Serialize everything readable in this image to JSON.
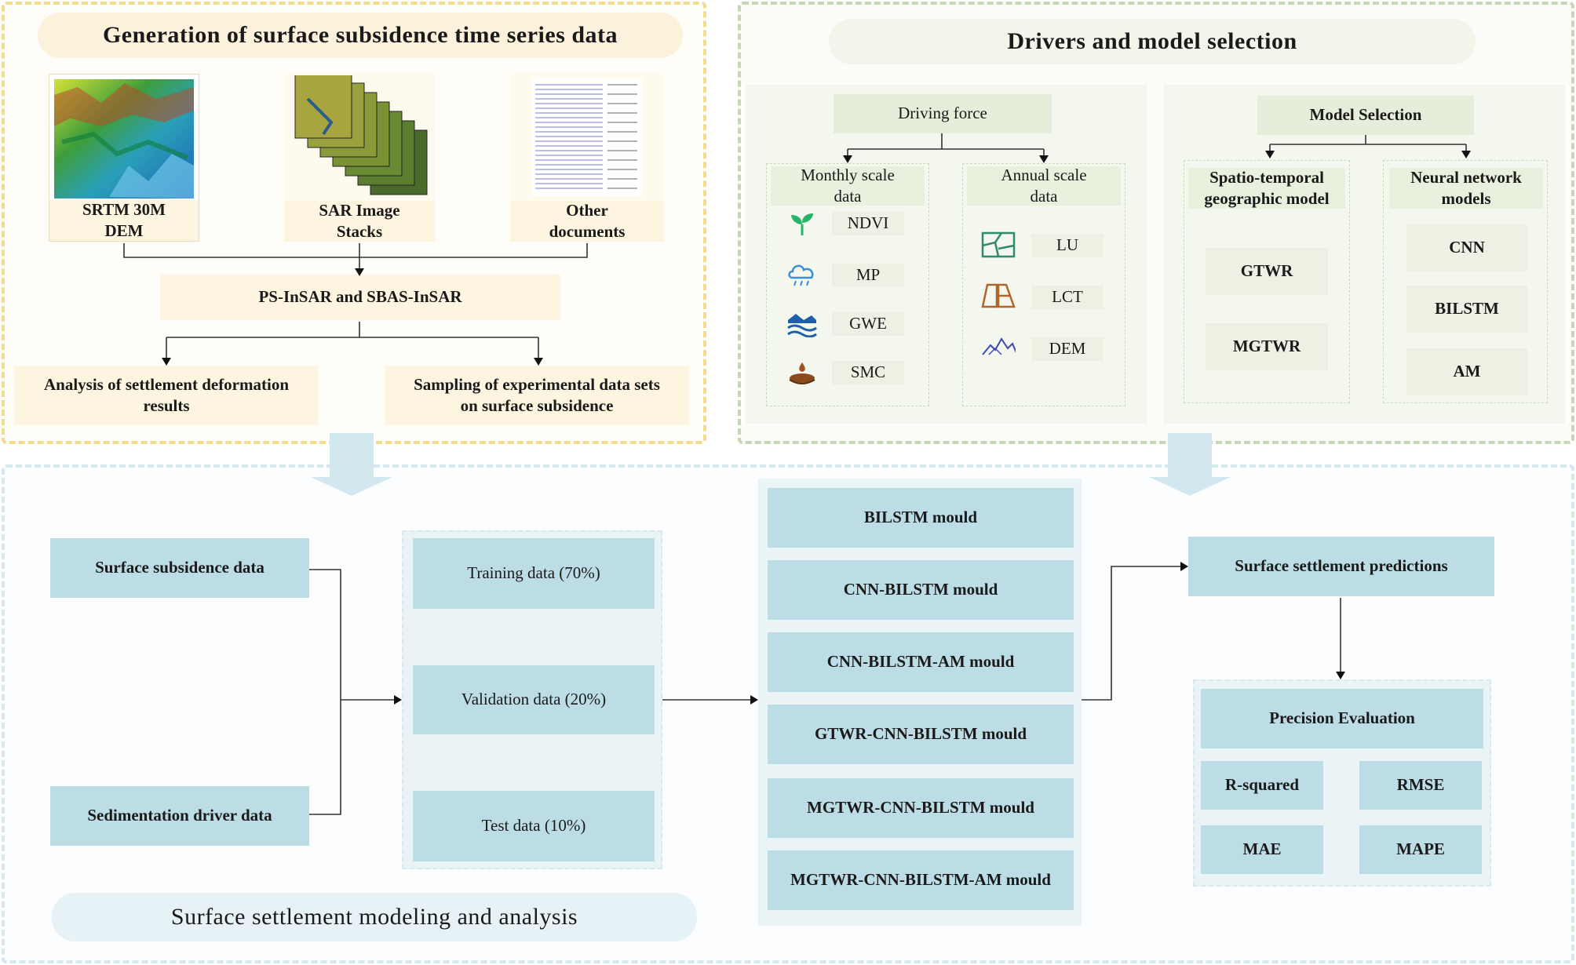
{
  "panel_generation": {
    "title": "Generation of surface subsidence time series data",
    "sources": [
      {
        "label_line1": "SRTM 30M",
        "label_line2": "DEM"
      },
      {
        "label_line1": "SAR Image",
        "label_line2": "Stacks"
      },
      {
        "label_line1": "Other",
        "label_line2": "documents"
      }
    ],
    "method": "PS-InSAR and SBAS-InSAR",
    "outputs": [
      {
        "line1": "Analysis of settlement deformation",
        "line2": "results"
      },
      {
        "line1": "Sampling of experimental data sets",
        "line2": "on surface subsidence"
      }
    ]
  },
  "panel_drivers": {
    "title": "Drivers and model selection",
    "driving_force": "Driving force",
    "monthly": {
      "line1": "Monthly scale",
      "line2": "data",
      "items": [
        "NDVI",
        "MP",
        "GWE",
        "SMC"
      ]
    },
    "annual": {
      "line1": "Annual scale",
      "line2": "data",
      "items": [
        "LU",
        "LCT",
        "DEM"
      ]
    },
    "model_selection": "Model Selection",
    "spatio": {
      "line1": "Spatio-temporal",
      "line2": "geographic model",
      "items": [
        "GTWR",
        "MGTWR"
      ]
    },
    "neural": {
      "line1": "Neural network",
      "line2": "models",
      "items": [
        "CNN",
        "BILSTM",
        "AM"
      ]
    }
  },
  "panel_modeling": {
    "title": "Surface settlement modeling and analysis",
    "inputs": [
      "Surface subsidence data",
      "Sedimentation driver data"
    ],
    "splits": [
      "Training data (70%)",
      "Validation data (20%)",
      "Test data (10%)"
    ],
    "models": [
      "BILSTM mould",
      "CNN-BILSTM mould",
      "CNN-BILSTM-AM mould",
      "GTWR-CNN-BILSTM mould",
      "MGTWR-CNN-BILSTM mould",
      "MGTWR-CNN-BILSTM-AM mould"
    ],
    "predictions": "Surface settlement predictions",
    "precision": "Precision Evaluation",
    "metrics": [
      "R-squared",
      "RMSE",
      "MAE",
      "MAPE"
    ]
  },
  "colors": {
    "yellow_border": "#f3dc8e",
    "green_border": "#c8d6b8",
    "blue_border": "#d5e8ee",
    "blue_box": "#bcdde6",
    "arrow_fill": "#d3e7ee"
  }
}
